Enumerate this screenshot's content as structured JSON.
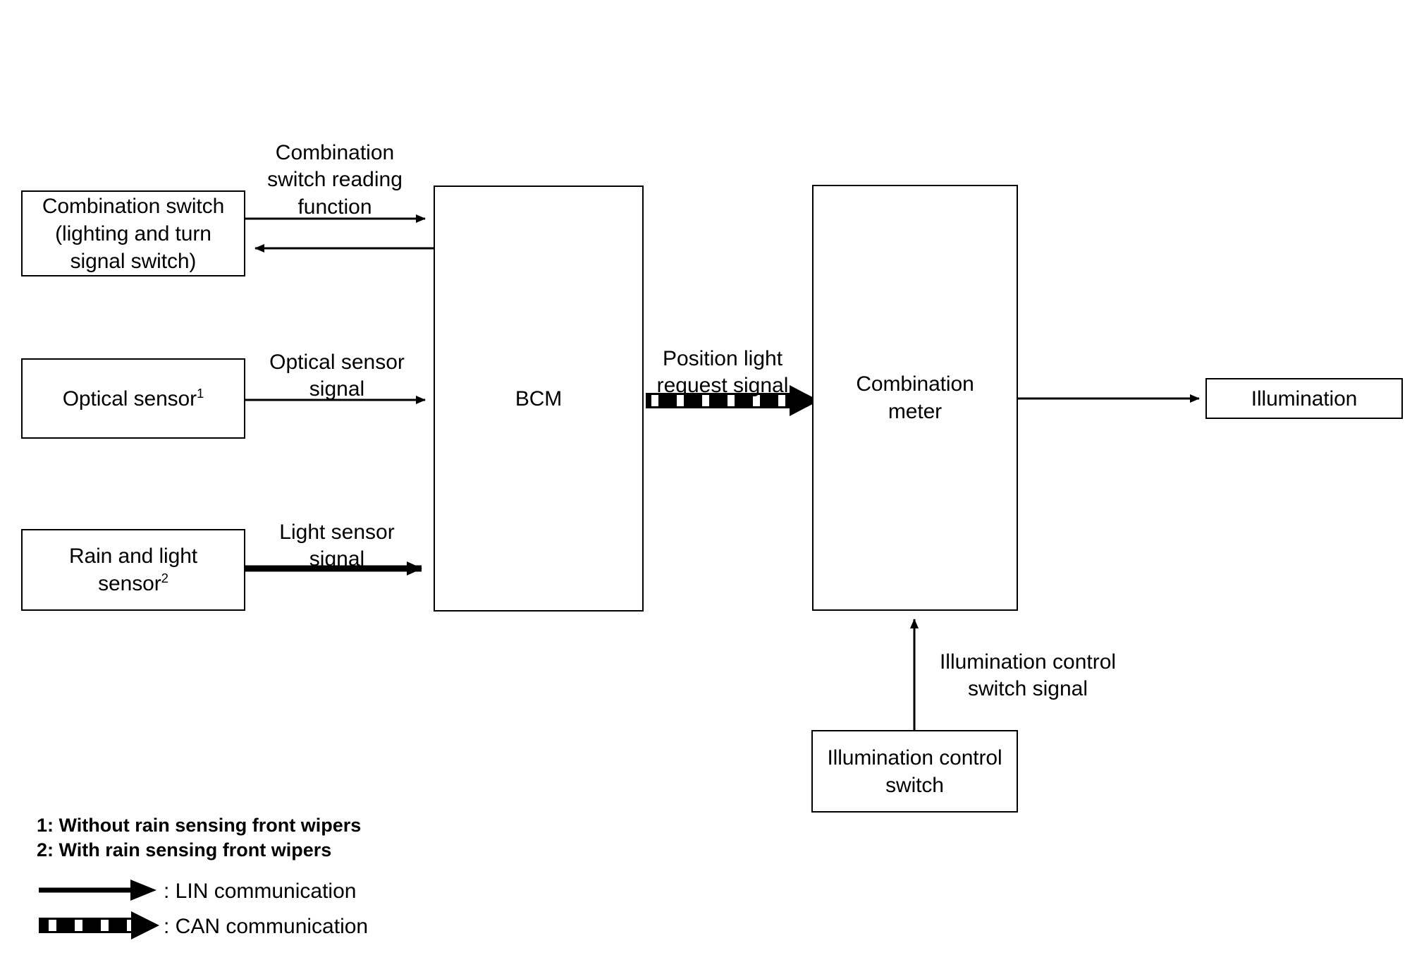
{
  "diagram": {
    "title": "Exterior lighting / illumination system block diagram",
    "nodes": {
      "combination_switch": "Combination switch\n(lighting and turn\nsignal switch)",
      "optical_sensor": "Optical sensor",
      "optical_sensor_footnote": "1",
      "rain_light_sensor": "Rain and light\nsensor",
      "rain_light_sensor_footnote": "2",
      "bcm": "BCM",
      "combination_meter": "Combination\nmeter",
      "illumination": "Illumination",
      "illumination_control_switch": "Illumination control\nswitch"
    },
    "edge_labels": {
      "combination_switch_reading_function": "Combination\nswitch reading\nfunction",
      "optical_sensor_signal": "Optical sensor\nsignal",
      "light_sensor_signal": "Light sensor\nsignal",
      "position_light_request_signal": "Position light\nrequest signal",
      "illumination_control_switch_signal": "Illumination control\nswitch signal"
    },
    "footnotes": {
      "note_1": "1: Without rain sensing front wipers",
      "note_2": "2: With rain sensing front wipers"
    },
    "legend": {
      "lin": ": LIN communication",
      "can": ": CAN communication"
    },
    "colors": {
      "stroke": "#000000",
      "background": "#ffffff",
      "text": "#000000"
    }
  }
}
